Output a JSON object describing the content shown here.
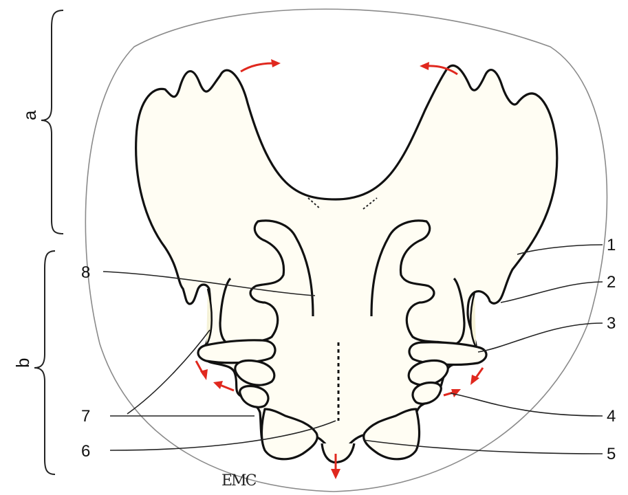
{
  "diagram": {
    "brace_labels": {
      "a": "a",
      "b": "b"
    },
    "labels": {
      "n1": "1",
      "n2": "2",
      "n3": "3",
      "n4": "4",
      "n5": "5",
      "n6": "6",
      "n7": "7",
      "n8": "8"
    },
    "signature": "EMC",
    "colors": {
      "arrow": "#e0281e",
      "outline": "#111111",
      "fill": "#fffdf3"
    }
  }
}
